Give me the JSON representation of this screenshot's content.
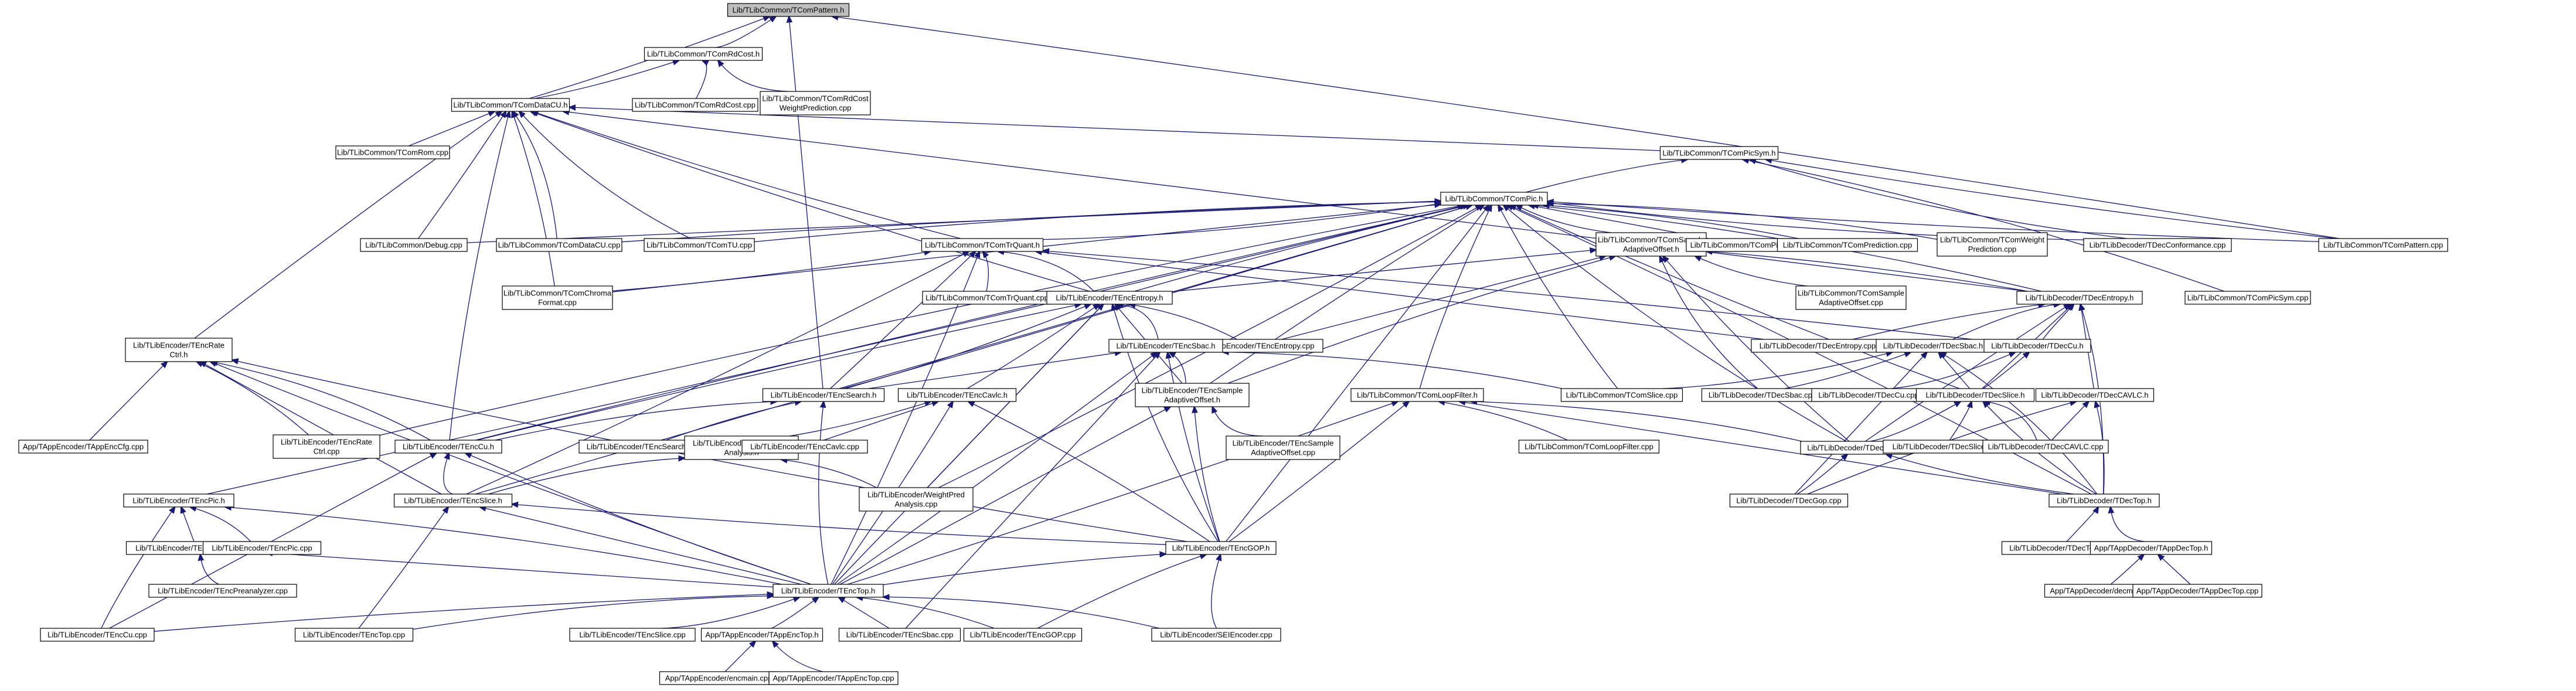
{
  "title": "Lib/TLibCommon/TComPattern.h include dependency graph",
  "colors": {
    "edge": "#191970",
    "root_fill": "#bfbfbf",
    "node_fill": "#ffffff"
  },
  "nodes": [
    {
      "id": "pattern_h",
      "label": [
        "Lib/TLibCommon/TComPattern.h"
      ],
      "root": true
    },
    {
      "id": "rdcost_h",
      "label": [
        "Lib/TLibCommon/TComRdCost.h"
      ]
    },
    {
      "id": "datacu_h",
      "label": [
        "Lib/TLibCommon/TComDataCU.h"
      ]
    },
    {
      "id": "rdcost_cpp",
      "label": [
        "Lib/TLibCommon/TComRdCost.cpp"
      ]
    },
    {
      "id": "rdcostwp_cpp",
      "label": [
        "Lib/TLibCommon/TComRdCost",
        "WeightPrediction.cpp"
      ]
    },
    {
      "id": "rom_cpp",
      "label": [
        "Lib/TLibCommon/TComRom.cpp"
      ]
    },
    {
      "id": "picsym_h",
      "label": [
        "Lib/TLibCommon/TComPicSym.h"
      ]
    },
    {
      "id": "pic_h",
      "label": [
        "Lib/TLibCommon/TComPic.h"
      ]
    },
    {
      "id": "debug_cpp",
      "label": [
        "Lib/TLibCommon/Debug.cpp"
      ]
    },
    {
      "id": "datacu_cpp",
      "label": [
        "Lib/TLibCommon/TComDataCU.cpp"
      ]
    },
    {
      "id": "tu_cpp",
      "label": [
        "Lib/TLibCommon/TComTU.cpp"
      ]
    },
    {
      "id": "trquant_h",
      "label": [
        "Lib/TLibCommon/TComTrQuant.h"
      ]
    },
    {
      "id": "sao_h",
      "label": [
        "Lib/TLibCommon/TComSample",
        "AdaptiveOffset.h"
      ]
    },
    {
      "id": "pic_cpp",
      "label": [
        "Lib/TLibCommon/TComPic.cpp"
      ]
    },
    {
      "id": "prediction_cpp",
      "label": [
        "Lib/TLibCommon/TComPrediction.cpp"
      ]
    },
    {
      "id": "weightpred_cpp",
      "label": [
        "Lib/TLibCommon/TComWeight",
        "Prediction.cpp"
      ]
    },
    {
      "id": "decconf_cpp",
      "label": [
        "Lib/TLibDecoder/TDecConformance.cpp"
      ]
    },
    {
      "id": "pattern_cpp",
      "label": [
        "Lib/TLibCommon/TComPattern.cpp"
      ]
    },
    {
      "id": "chroma_cpp",
      "label": [
        "Lib/TLibCommon/TComChroma",
        "Format.cpp"
      ]
    },
    {
      "id": "trquant_cpp",
      "label": [
        "Lib/TLibCommon/TComTrQuant.cpp"
      ]
    },
    {
      "id": "encentropy_h",
      "label": [
        "Lib/TLibEncoder/TEncEntropy.h"
      ]
    },
    {
      "id": "sao_cpp",
      "label": [
        "Lib/TLibCommon/TComSample",
        "AdaptiveOffset.cpp"
      ]
    },
    {
      "id": "decentropy_h",
      "label": [
        "Lib/TLibDecoder/TDecEntropy.h"
      ]
    },
    {
      "id": "picsym_cpp",
      "label": [
        "Lib/TLibCommon/TComPicSym.cpp"
      ]
    },
    {
      "id": "encentropy_cpp",
      "label": [
        "Lib/TLibEncoder/TEncEntropy.cpp"
      ]
    },
    {
      "id": "encsbac_h",
      "label": [
        "Lib/TLibEncoder/TEncSbac.h"
      ]
    },
    {
      "id": "decentropy_cpp",
      "label": [
        "Lib/TLibDecoder/TDecEntropy.cpp"
      ]
    },
    {
      "id": "decsbac_h",
      "label": [
        "Lib/TLibDecoder/TDecSbac.h"
      ]
    },
    {
      "id": "deccu_h",
      "label": [
        "Lib/TLibDecoder/TDecCu.h"
      ]
    },
    {
      "id": "encratectrl_h",
      "label": [
        "Lib/TLibEncoder/TEncRate",
        "Ctrl.h"
      ]
    },
    {
      "id": "encsearch_h",
      "label": [
        "Lib/TLibEncoder/TEncSearch.h"
      ]
    },
    {
      "id": "enccavlc_h",
      "label": [
        "Lib/TLibEncoder/TEncCavlc.h"
      ]
    },
    {
      "id": "encsao_h",
      "label": [
        "Lib/TLibEncoder/TEncSample",
        "AdaptiveOffset.h"
      ]
    },
    {
      "id": "loopfilter_h",
      "label": [
        "Lib/TLibCommon/TComLoopFilter.h"
      ]
    },
    {
      "id": "slice_cpp",
      "label": [
        "Lib/TLibCommon/TComSlice.cpp"
      ]
    },
    {
      "id": "decsbac_cpp",
      "label": [
        "Lib/TLibDecoder/TDecSbac.cpp"
      ]
    },
    {
      "id": "deccu_cpp",
      "label": [
        "Lib/TLibDecoder/TDecCu.cpp"
      ]
    },
    {
      "id": "decslice_h",
      "label": [
        "Lib/TLibDecoder/TDecSlice.h"
      ]
    },
    {
      "id": "deccavlc_h",
      "label": [
        "Lib/TLibDecoder/TDecCAVLC.h"
      ]
    },
    {
      "id": "appenccfg_cpp",
      "label": [
        "App/TAppEncoder/TAppEncCfg.cpp"
      ]
    },
    {
      "id": "encratectrl_cpp",
      "label": [
        "Lib/TLibEncoder/TEncRate",
        "Ctrl.cpp"
      ]
    },
    {
      "id": "enccu_h",
      "label": [
        "Lib/TLibEncoder/TEncCu.h"
      ]
    },
    {
      "id": "encsearch_cpp",
      "label": [
        "Lib/TLibEncoder/TEncSearch.cpp"
      ]
    },
    {
      "id": "wpanalysis_h",
      "label": [
        "Lib/TLibEncoder/WeightPred",
        "Analysis.h"
      ]
    },
    {
      "id": "enccavlc_cpp",
      "label": [
        "Lib/TLibEncoder/TEncCavlc.cpp"
      ]
    },
    {
      "id": "encsao_cpp",
      "label": [
        "Lib/TLibEncoder/TEncSample",
        "AdaptiveOffset.cpp"
      ]
    },
    {
      "id": "loopfilter_cpp",
      "label": [
        "Lib/TLibCommon/TComLoopFilter.cpp"
      ]
    },
    {
      "id": "decgop_h",
      "label": [
        "Lib/TLibDecoder/TDecGop.h"
      ]
    },
    {
      "id": "decslice_cpp",
      "label": [
        "Lib/TLibDecoder/TDecSlice.cpp"
      ]
    },
    {
      "id": "deccavlc_cpp",
      "label": [
        "Lib/TLibDecoder/TDecCAVLC.cpp"
      ]
    },
    {
      "id": "encpic_h",
      "label": [
        "Lib/TLibEncoder/TEncPic.h"
      ]
    },
    {
      "id": "encslice_h",
      "label": [
        "Lib/TLibEncoder/TEncSlice.h"
      ]
    },
    {
      "id": "wpanalysis_cpp",
      "label": [
        "Lib/TLibEncoder/WeightPred",
        "Analysis.cpp"
      ]
    },
    {
      "id": "decgop_cpp",
      "label": [
        "Lib/TLibDecoder/TDecGop.cpp"
      ]
    },
    {
      "id": "dectop_h",
      "label": [
        "Lib/TLibDecoder/TDecTop.h"
      ]
    },
    {
      "id": "encpreanalyzer_h",
      "label": [
        "Lib/TLibEncoder/TEncPreanalyzer.h"
      ]
    },
    {
      "id": "encpic_cpp",
      "label": [
        "Lib/TLibEncoder/TEncPic.cpp"
      ]
    },
    {
      "id": "encgop_h",
      "label": [
        "Lib/TLibEncoder/TEncGOP.h"
      ]
    },
    {
      "id": "dectop_cpp",
      "label": [
        "Lib/TLibDecoder/TDecTop.cpp"
      ]
    },
    {
      "id": "appdectop_h",
      "label": [
        "App/TAppDecoder/TAppDecTop.h"
      ]
    },
    {
      "id": "encpreanalyzer_cpp",
      "label": [
        "Lib/TLibEncoder/TEncPreanalyzer.cpp"
      ]
    },
    {
      "id": "enctop_h",
      "label": [
        "Lib/TLibEncoder/TEncTop.h"
      ]
    },
    {
      "id": "decmain_cpp",
      "label": [
        "App/TAppDecoder/decmain.cpp"
      ]
    },
    {
      "id": "appdectop_cpp",
      "label": [
        "App/TAppDecoder/TAppDecTop.cpp"
      ]
    },
    {
      "id": "enccu_cpp",
      "label": [
        "Lib/TLibEncoder/TEncCu.cpp"
      ]
    },
    {
      "id": "enctop_cpp",
      "label": [
        "Lib/TLibEncoder/TEncTop.cpp"
      ]
    },
    {
      "id": "encslice_cpp",
      "label": [
        "Lib/TLibEncoder/TEncSlice.cpp"
      ]
    },
    {
      "id": "appenctop_h",
      "label": [
        "App/TAppEncoder/TAppEncTop.h"
      ]
    },
    {
      "id": "encsbac_cpp",
      "label": [
        "Lib/TLibEncoder/TEncSbac.cpp"
      ]
    },
    {
      "id": "encgop_cpp",
      "label": [
        "Lib/TLibEncoder/TEncGOP.cpp"
      ]
    },
    {
      "id": "seiencoder_cpp",
      "label": [
        "Lib/TLibEncoder/SEIEncoder.cpp"
      ]
    },
    {
      "id": "encmain_cpp",
      "label": [
        "App/TAppEncoder/encmain.cpp"
      ]
    },
    {
      "id": "appenctop_cpp",
      "label": [
        "App/TAppEncoder/TAppEncTop.cpp"
      ]
    }
  ],
  "edges": [
    [
      "rdcost_h",
      "pattern_h"
    ],
    [
      "datacu_h",
      "pattern_h"
    ],
    [
      "encsearch_h",
      "pattern_h"
    ],
    [
      "pattern_cpp",
      "pattern_h"
    ],
    [
      "rdcost_cpp",
      "rdcost_h"
    ],
    [
      "rdcostwp_cpp",
      "rdcost_h"
    ],
    [
      "datacu_h",
      "rdcost_h"
    ],
    [
      "rom_cpp",
      "datacu_h"
    ],
    [
      "debug_cpp",
      "datacu_h"
    ],
    [
      "datacu_cpp",
      "datacu_h"
    ],
    [
      "tu_cpp",
      "datacu_h"
    ],
    [
      "trquant_h",
      "datacu_h"
    ],
    [
      "picsym_h",
      "datacu_h"
    ],
    [
      "chroma_cpp",
      "datacu_h"
    ],
    [
      "encratectrl_h",
      "datacu_h"
    ],
    [
      "enccu_h",
      "datacu_h"
    ],
    [
      "encentropy_h",
      "datacu_h"
    ],
    [
      "decentropy_h",
      "datacu_h"
    ],
    [
      "pic_h",
      "picsym_h"
    ],
    [
      "picsym_cpp",
      "picsym_h"
    ],
    [
      "decconf_cpp",
      "picsym_h"
    ],
    [
      "pattern_cpp",
      "picsym_h"
    ],
    [
      "debug_cpp",
      "pic_h"
    ],
    [
      "datacu_cpp",
      "pic_h"
    ],
    [
      "tu_cpp",
      "pic_h"
    ],
    [
      "trquant_h",
      "pic_h"
    ],
    [
      "sao_h",
      "pic_h"
    ],
    [
      "pic_cpp",
      "pic_h"
    ],
    [
      "prediction_cpp",
      "pic_h"
    ],
    [
      "weightpred_cpp",
      "pic_h"
    ],
    [
      "decconf_cpp",
      "pic_h"
    ],
    [
      "pattern_cpp",
      "pic_h"
    ],
    [
      "chroma_cpp",
      "pic_h"
    ],
    [
      "encentropy_h",
      "pic_h"
    ],
    [
      "decentropy_h",
      "pic_h"
    ],
    [
      "loopfilter_h",
      "pic_h"
    ],
    [
      "slice_cpp",
      "pic_h"
    ],
    [
      "encsearch_h",
      "pic_h"
    ],
    [
      "enccu_h",
      "pic_h"
    ],
    [
      "encsao_h",
      "pic_h"
    ],
    [
      "decgop_h",
      "pic_h"
    ],
    [
      "decslice_h",
      "pic_h"
    ],
    [
      "encgop_h",
      "pic_h"
    ],
    [
      "dectop_h",
      "pic_h"
    ],
    [
      "encratectrl_cpp",
      "pic_h"
    ],
    [
      "wpanalysis_cpp",
      "pic_h"
    ],
    [
      "encpic_h",
      "pic_h"
    ],
    [
      "encslice_h",
      "pic_h"
    ],
    [
      "trquant_cpp",
      "trquant_h"
    ],
    [
      "encentropy_h",
      "trquant_h"
    ],
    [
      "encsearch_h",
      "trquant_h"
    ],
    [
      "chroma_cpp",
      "trquant_h"
    ],
    [
      "decentropy_cpp",
      "trquant_h"
    ],
    [
      "deccu_h",
      "trquant_h"
    ],
    [
      "enctop_h",
      "trquant_h"
    ],
    [
      "encslice_h",
      "trquant_h"
    ],
    [
      "sao_cpp",
      "sao_h"
    ],
    [
      "encentropy_h",
      "sao_h"
    ],
    [
      "decentropy_h",
      "sao_h"
    ],
    [
      "encsao_h",
      "sao_h"
    ],
    [
      "decsbac_cpp",
      "sao_h"
    ],
    [
      "decgop_h",
      "sao_h"
    ],
    [
      "encentropy_cpp",
      "sao_h"
    ],
    [
      "encentropy_cpp",
      "encentropy_h"
    ],
    [
      "encsbac_h",
      "encentropy_h"
    ],
    [
      "encsearch_h",
      "encentropy_h"
    ],
    [
      "enccavlc_h",
      "encentropy_h"
    ],
    [
      "encsao_h",
      "encentropy_h"
    ],
    [
      "enccu_h",
      "encentropy_h"
    ],
    [
      "enctop_h",
      "encentropy_h"
    ],
    [
      "encgop_h",
      "encentropy_h"
    ],
    [
      "wpanalysis_cpp",
      "encentropy_h"
    ],
    [
      "encsearch_h",
      "encsbac_h"
    ],
    [
      "encsao_h",
      "encsbac_h"
    ],
    [
      "slice_cpp",
      "encsbac_h"
    ],
    [
      "enctop_h",
      "encsbac_h"
    ],
    [
      "encgop_h",
      "encsbac_h"
    ],
    [
      "encsbac_cpp",
      "encsbac_h"
    ],
    [
      "decentropy_cpp",
      "decentropy_h"
    ],
    [
      "decsbac_h",
      "decentropy_h"
    ],
    [
      "deccu_h",
      "decentropy_h"
    ],
    [
      "decslice_h",
      "decentropy_h"
    ],
    [
      "deccavlc_h",
      "decentropy_h"
    ],
    [
      "decgop_h",
      "decentropy_h"
    ],
    [
      "dectop_h",
      "decentropy_h"
    ],
    [
      "slice_cpp",
      "decsbac_h"
    ],
    [
      "decsbac_cpp",
      "decsbac_h"
    ],
    [
      "decslice_h",
      "decsbac_h"
    ],
    [
      "decgop_cpp",
      "decsbac_h"
    ],
    [
      "dectop_h",
      "decsbac_h"
    ],
    [
      "deccu_cpp",
      "deccu_h"
    ],
    [
      "decslice_h",
      "deccu_h"
    ],
    [
      "appenccfg_cpp",
      "encratectrl_h"
    ],
    [
      "encratectrl_cpp",
      "encratectrl_h"
    ],
    [
      "enccu_h",
      "encratectrl_h"
    ],
    [
      "encgop_h",
      "encratectrl_h"
    ],
    [
      "enctop_h",
      "encratectrl_h"
    ],
    [
      "encslice_h",
      "encratectrl_h"
    ],
    [
      "encsearch_cpp",
      "encsearch_h"
    ],
    [
      "enccu_h",
      "encsearch_h"
    ],
    [
      "enctop_h",
      "encsearch_h"
    ],
    [
      "wpanalysis_h",
      "enccavlc_h"
    ],
    [
      "enccavlc_cpp",
      "enccavlc_h"
    ],
    [
      "encgop_h",
      "enccavlc_h"
    ],
    [
      "enctop_h",
      "enccavlc_h"
    ],
    [
      "encsao_cpp",
      "encsao_h"
    ],
    [
      "encgop_h",
      "encsao_h"
    ],
    [
      "enctop_h",
      "encsao_h"
    ],
    [
      "loopfilter_cpp",
      "loopfilter_h"
    ],
    [
      "decgop_h",
      "loopfilter_h"
    ],
    [
      "encgop_h",
      "loopfilter_h"
    ],
    [
      "enctop_h",
      "loopfilter_h"
    ],
    [
      "dectop_h",
      "loopfilter_h"
    ],
    [
      "decslice_cpp",
      "decslice_h"
    ],
    [
      "deccavlc_cpp",
      "decslice_h"
    ],
    [
      "decgop_h",
      "decslice_h"
    ],
    [
      "dectop_h",
      "decslice_h"
    ],
    [
      "deccavlc_cpp",
      "deccavlc_h"
    ],
    [
      "dectop_h",
      "deccavlc_h"
    ],
    [
      "decgop_cpp",
      "deccavlc_h"
    ],
    [
      "encslice_h",
      "enccu_h"
    ],
    [
      "enctop_h",
      "enccu_h"
    ],
    [
      "enccu_cpp",
      "enccu_h"
    ],
    [
      "wpanalysis_cpp",
      "wpanalysis_h"
    ],
    [
      "encslice_h",
      "wpanalysis_h"
    ],
    [
      "decgop_cpp",
      "decgop_h"
    ],
    [
      "dectop_h",
      "decgop_h"
    ],
    [
      "encpreanalyzer_h",
      "encpic_h"
    ],
    [
      "encpic_cpp",
      "encpic_h"
    ],
    [
      "enctop_h",
      "encpic_h"
    ],
    [
      "enccu_cpp",
      "encpic_h"
    ],
    [
      "encgop_h",
      "encslice_h"
    ],
    [
      "enctop_h",
      "encslice_h"
    ],
    [
      "enctop_cpp",
      "encslice_h"
    ],
    [
      "dectop_cpp",
      "dectop_h"
    ],
    [
      "appdectop_h",
      "dectop_h"
    ],
    [
      "encpreanalyzer_cpp",
      "encpreanalyzer_h"
    ],
    [
      "enctop_h",
      "encpreanalyzer_h"
    ],
    [
      "enctop_h",
      "encgop_h"
    ],
    [
      "encgop_cpp",
      "encgop_h"
    ],
    [
      "seiencoder_cpp",
      "encgop_h"
    ],
    [
      "decmain_cpp",
      "appdectop_h"
    ],
    [
      "appdectop_cpp",
      "appdectop_h"
    ],
    [
      "enccu_cpp",
      "enctop_h"
    ],
    [
      "enctop_cpp",
      "enctop_h"
    ],
    [
      "encslice_cpp",
      "enctop_h"
    ],
    [
      "appenctop_h",
      "enctop_h"
    ],
    [
      "encsbac_cpp",
      "enctop_h"
    ],
    [
      "encgop_cpp",
      "enctop_h"
    ],
    [
      "seiencoder_cpp",
      "enctop_h"
    ],
    [
      "encmain_cpp",
      "appenctop_h"
    ],
    [
      "appenctop_cpp",
      "appenctop_h"
    ]
  ]
}
